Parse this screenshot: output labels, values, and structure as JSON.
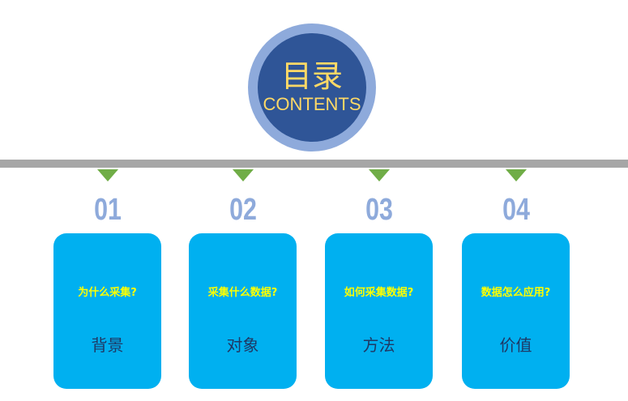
{
  "title": {
    "cn": "目录",
    "en": "CONTENTS"
  },
  "colors": {
    "circle_outer": "#8eaadb",
    "circle_inner": "#2f5597",
    "title_text": "#ffd966",
    "card": "#00b0f0",
    "question": "#ffff00",
    "triangle": "#70ad47"
  },
  "sections": [
    {
      "number": "01",
      "question": "为什么采集?",
      "topic": "背景"
    },
    {
      "number": "02",
      "question": "采集什么数据?",
      "topic": "对象"
    },
    {
      "number": "03",
      "question": "如何采集数据?",
      "topic": "方法"
    },
    {
      "number": "04",
      "question": "数据怎么应用?",
      "topic": "价值"
    }
  ]
}
